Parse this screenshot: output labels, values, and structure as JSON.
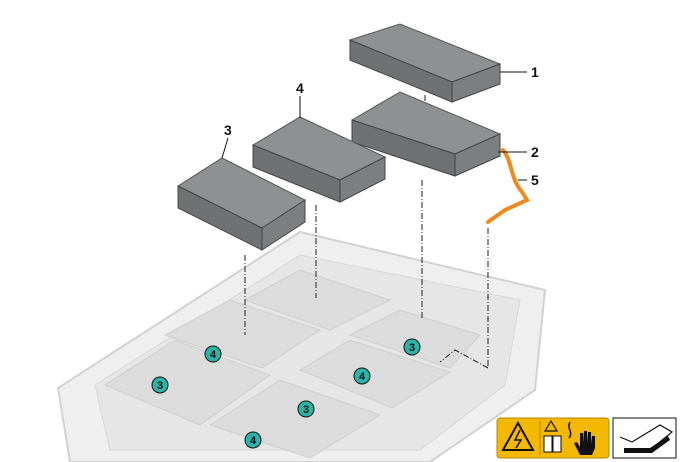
{
  "callouts": [
    {
      "number": "1",
      "part": "battery-module-top"
    },
    {
      "number": "2",
      "part": "battery-module-right"
    },
    {
      "number": "3",
      "part": "battery-module-left"
    },
    {
      "number": "4",
      "part": "battery-module-middle"
    },
    {
      "number": "5",
      "part": "cable-harness"
    }
  ],
  "tray_markers": [
    "4",
    "3",
    "3",
    "4",
    "3",
    "4"
  ],
  "colors": {
    "marker": "#2bb5a8",
    "cable": "#f08a1c",
    "warning": "#f5b800",
    "module": "#8e9092"
  },
  "icons": [
    "high-voltage-warning-icon",
    "read-manual-icon",
    "wear-gloves-icon",
    "special-tool-icon"
  ]
}
